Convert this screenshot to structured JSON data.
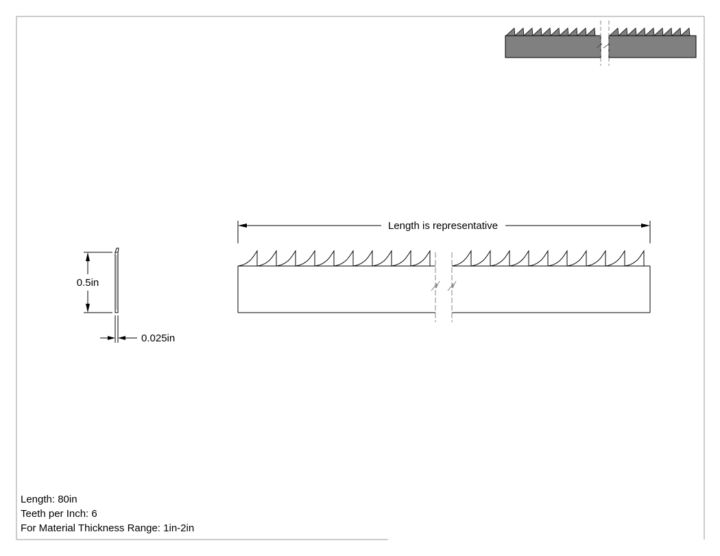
{
  "dimensions": {
    "length_label": "Length is representative",
    "height_label": "0.5in",
    "thickness_label": "0.025in"
  },
  "specs": {
    "length": "Length: 80in",
    "teeth_per_inch": "Teeth per Inch: 6",
    "thickness_range": "For Material Thickness Range: 1in-2in"
  },
  "colors": {
    "line": "#000000",
    "thumbnail_fill": "#808080",
    "border": "#999999"
  }
}
